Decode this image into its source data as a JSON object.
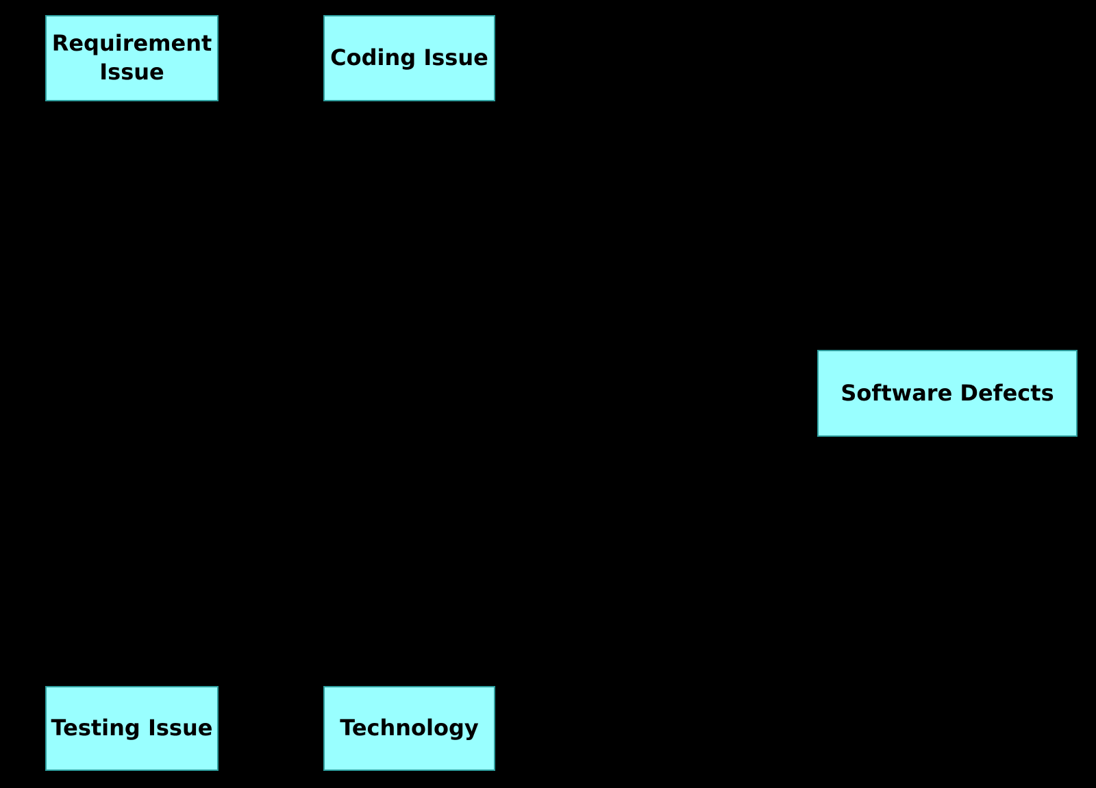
{
  "diagram": {
    "type": "cause-effect-diagram",
    "background_color": "#000000",
    "node_fill_color": "#99FFFF",
    "node_border_color": "#2E9E9E",
    "node_text_color": "#000000",
    "nodes": [
      {
        "id": "requirement-issue",
        "label": "Requirement Issue"
      },
      {
        "id": "coding-issue",
        "label": "Coding Issue"
      },
      {
        "id": "software-defects",
        "label": "Software Defects"
      },
      {
        "id": "testing-issue",
        "label": "Testing Issue"
      },
      {
        "id": "technology",
        "label": "Technology"
      }
    ]
  }
}
